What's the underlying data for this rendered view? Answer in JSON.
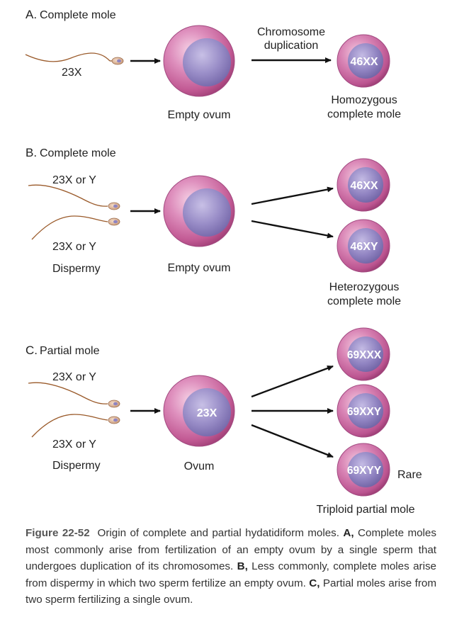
{
  "panels": {
    "a": {
      "title_letter": "A.",
      "title_text": "Complete mole",
      "sperm_label": "23X",
      "egg_label": "Empty ovum",
      "arrow_label_line1": "Chromosome",
      "arrow_label_line2": "duplication",
      "result_inner": "46XX",
      "result_caption_line1": "Homozygous",
      "result_caption_line2": "complete mole"
    },
    "b": {
      "title_letter": "B.",
      "title_text": "Complete mole",
      "sperm_label_top": "23X or Y",
      "sperm_label_bottom": "23X or Y",
      "process_label": "Dispermy",
      "egg_label": "Empty ovum",
      "result_top_inner": "46XX",
      "result_bottom_inner": "46XY",
      "result_caption_line1": "Heterozygous",
      "result_caption_line2": "complete mole"
    },
    "c": {
      "title_letter": "C.",
      "title_text": "Partial mole",
      "sperm_label_top": "23X or Y",
      "sperm_label_bottom": "23X or Y",
      "process_label": "Dispermy",
      "egg_inner": "23X",
      "egg_label": "Ovum",
      "result_1_inner": "69XXX",
      "result_2_inner": "69XXY",
      "result_3_inner": "69XYY",
      "rare_label": "Rare",
      "result_caption": "Triploid partial mole"
    }
  },
  "caption": {
    "figure_label": "Figure 22-52",
    "intro": "Origin of complete and partial hydatidiform moles.",
    "a_marker": "A,",
    "a_text": "Complete moles most commonly arise from fertilization of an empty ovum by a single sperm that undergoes duplication of its chromosomes.",
    "b_marker": "B,",
    "b_text": "Less commonly, complete moles arise from dispermy in which two sperm fertilize an empty ovum.",
    "c_marker": "C,",
    "c_text": "Partial moles arise from two sperm fertilizing a single ovum."
  },
  "colors": {
    "cell_pink": "#c25a94",
    "nucleus_purple": "#8c7fbd",
    "arrow": "#111111",
    "sperm_tail": "#9a5a2a"
  }
}
